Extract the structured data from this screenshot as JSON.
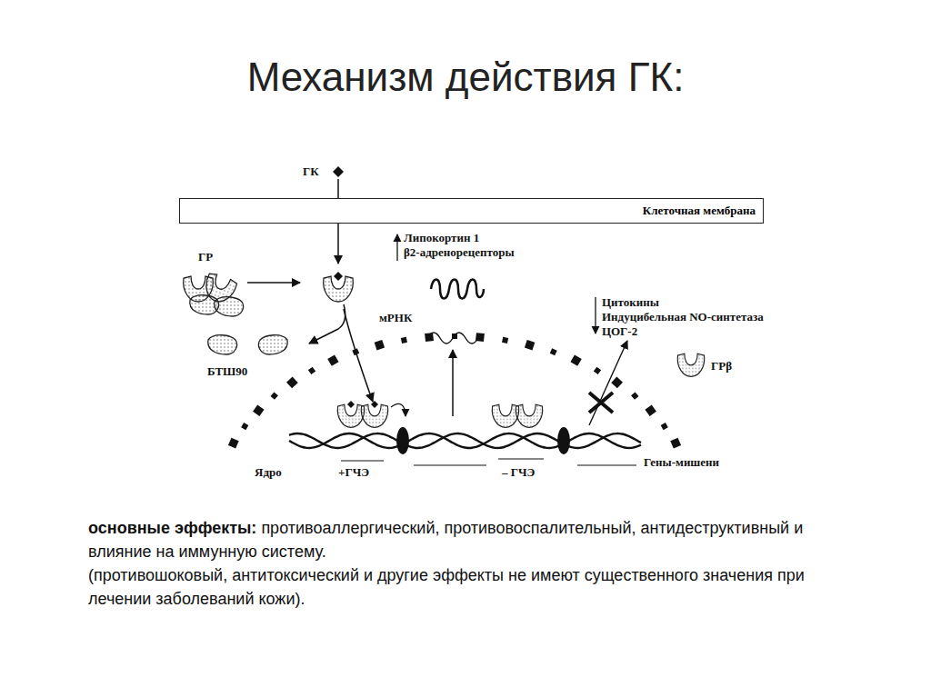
{
  "diagram": {
    "title": "Механизм действия ГК:",
    "nodes": [
      {
        "text": [
          "Клеточная мембрана"
        ]
      }
    ],
    "edges": [],
    "labels": [
      "ГК",
      "ГР",
      "БТШ90",
      "Липокортин 1",
      "β2-адренорецепторы",
      "мРНК",
      "Цитокины",
      "Индуцибельная NO-синтетаза",
      "ЦОГ-2",
      "ГРβ",
      "Ядро",
      "+ГЧЭ",
      "– ГЧЭ",
      "Гены-мишени",
      "основные эффекты:",
      "противоаллергический, противовоспалительный, антидеструктивный и влияние на иммунную систему.",
      "(противошоковый, антитоксический и другие эффекты не имеют существенного значения при лечении заболеваний кожи)."
    ]
  }
}
